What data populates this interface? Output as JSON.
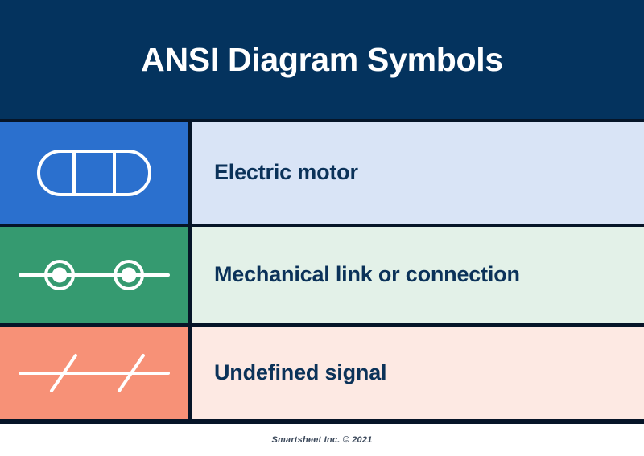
{
  "header": {
    "title": "ANSI Diagram Symbols",
    "background_color": "#04335e",
    "text_color": "#ffffff"
  },
  "rows": [
    {
      "label": "Electric motor",
      "symbol_name": "electric-motor-symbol",
      "symbol_description": "stadium shape divided into three sections by two vertical lines",
      "swatch_color": "#2b70ce",
      "label_background_color": "#d9e4f6",
      "label_text_color": "#0b3259",
      "stroke_color": "#ffffff"
    },
    {
      "label": "Mechanical link or connection",
      "symbol_name": "mechanical-link-symbol",
      "symbol_description": "horizontal line with two ringed dots",
      "swatch_color": "#359a70",
      "label_background_color": "#e3f1e8",
      "label_text_color": "#0b3259",
      "stroke_color": "#ffffff"
    },
    {
      "label": "Undefined signal",
      "symbol_name": "undefined-signal-symbol",
      "symbol_description": "horizontal line crossed by two diagonal slashes",
      "swatch_color": "#f79177",
      "label_background_color": "#fde9e3",
      "label_text_color": "#0b3259",
      "stroke_color": "#ffffff"
    }
  ],
  "footer": {
    "credit": "Smartsheet Inc. © 2021"
  },
  "theme": {
    "border_color": "#061528",
    "page_background": "#ffffff"
  }
}
